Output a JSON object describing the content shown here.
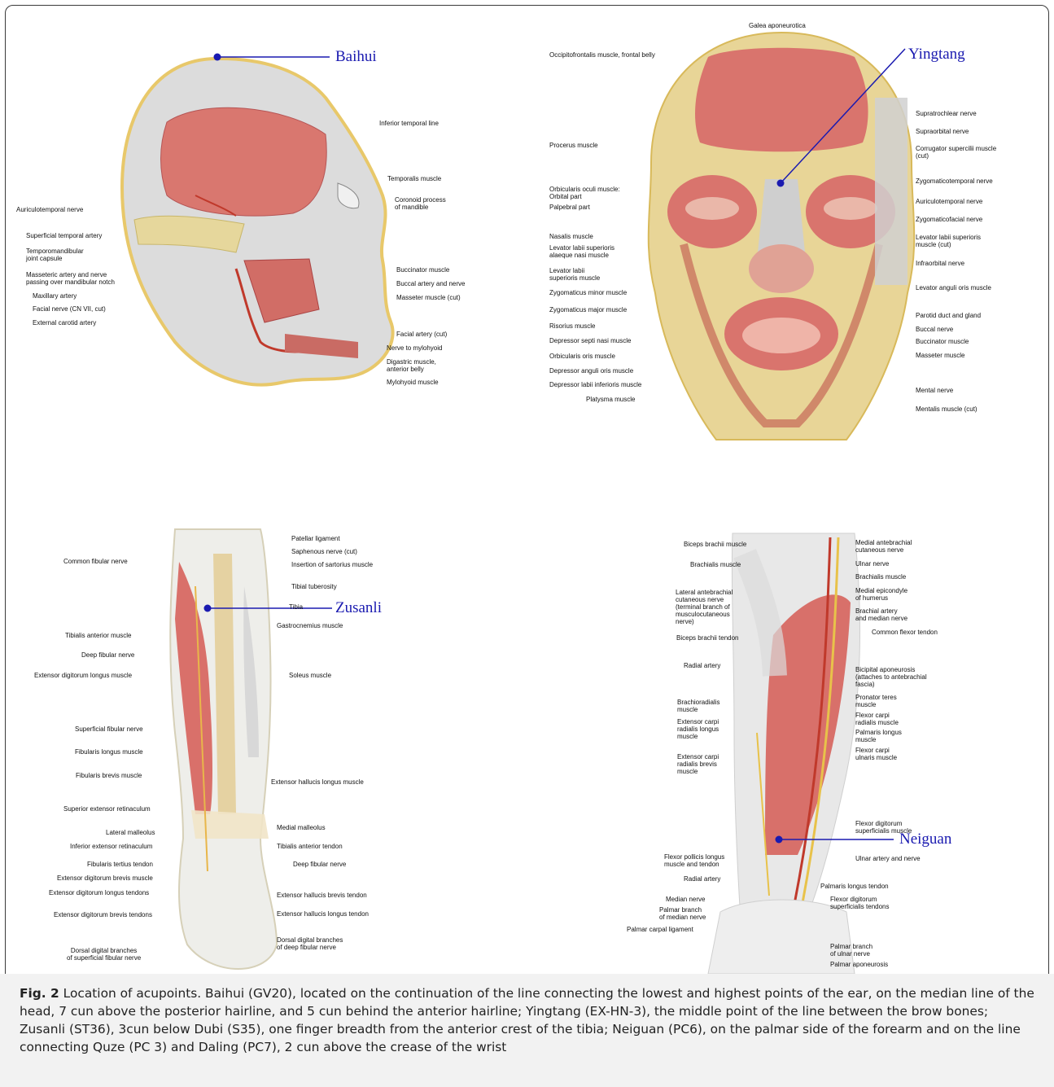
{
  "caption": {
    "label": "Fig. 2",
    "text": "Location of acupoints. Baihui (GV20), located on the continuation of the line connecting the lowest and highest points of the ear, on the median line of the head, 7 cun above the posterior hairline, and 5 cun behind the anterior hairline; Yingtang (EX-HN-3), the middle point of the line between the brow bones; Zusanli (ST36), 3cun below Dubi (S35), one finger breadth from the anterior crest of the tibia; Neiguan (PC6), on the palmar side of the forearm and on the line connecting Quze (PC 3) and Daling (PC7), 2 cun above the crease of the wrist"
  },
  "panels": {
    "head_side": {
      "acupoint": "Baihui",
      "labels_right": [
        "Inferior temporal line",
        "Temporalis muscle",
        "Coronoid process\nof mandible",
        "Buccinator muscle",
        "Buccal artery and nerve",
        "Masseter muscle (cut)",
        "Facial artery (cut)",
        "Nerve to mylohyoid",
        "Digastric muscle,\nanterior belly",
        "Mylohyoid muscle"
      ],
      "labels_left": [
        "Auriculotemporal nerve",
        "Superficial temporal artery",
        "Temporomandibular\njoint capsule",
        "Masseteric artery and nerve\npassing over mandibular notch",
        "Maxillary artery",
        "Facial nerve (CN VII, cut)",
        "External carotid artery"
      ]
    },
    "face_front": {
      "acupoint": "Yingtang",
      "labels_top": [
        "Galea aponeurotica"
      ],
      "labels_left": [
        "Occipitofrontalis muscle, frontal belly",
        "Procerus muscle",
        "Orbicularis oculi muscle:\nOrbital part",
        "Palpebral part",
        "Nasalis muscle",
        "Levator labii superioris\nalaeque nasi muscle",
        "Levator labii\nsuperioris muscle",
        "Zygomaticus minor muscle",
        "Zygomaticus major muscle",
        "Risorius muscle",
        "Depressor septi nasi muscle",
        "Orbicularis oris muscle",
        "Depressor anguli oris muscle",
        "Depressor labii inferioris muscle",
        "Platysma muscle"
      ],
      "labels_right": [
        "Supratrochlear nerve",
        "Supraorbital nerve",
        "Corrugator supercilii muscle\n(cut)",
        "Zygomaticotemporal nerve",
        "Auriculotemporal nerve",
        "Zygomaticofacial nerve",
        "Levator labii superioris\nmuscle (cut)",
        "Infraorbital nerve",
        "Levator anguli oris muscle",
        "Parotid duct and gland",
        "Buccal nerve",
        "Buccinator muscle",
        "Masseter muscle",
        "Mental nerve",
        "Mentalis muscle (cut)"
      ]
    },
    "leg": {
      "acupoint": "Zusanli",
      "labels_right": [
        "Patellar ligament",
        "Saphenous nerve (cut)",
        "Insertion of sartorius muscle",
        "Tibial tuberosity",
        "Tibia",
        "Gastrocnemius muscle",
        "Soleus muscle",
        "Extensor hallucis longus muscle",
        "Medial malleolus",
        "Tibialis anterior tendon",
        "Deep fibular nerve",
        "Extensor hallucis brevis tendon",
        "Extensor hallucis longus tendon",
        "Dorsal digital branches\nof deep fibular nerve"
      ],
      "labels_left": [
        "Common fibular nerve",
        "Tibialis anterior muscle",
        "Deep fibular nerve",
        "Extensor digitorum longus muscle",
        "Superficial fibular nerve",
        "Fibularis longus muscle",
        "Fibularis brevis muscle",
        "Superior extensor retinaculum",
        "Lateral malleolus",
        "Inferior extensor retinaculum",
        "Fibularis tertius tendon",
        "Extensor digitorum brevis muscle",
        "Extensor digitorum longus tendons",
        "Extensor digitorum brevis tendons",
        "Dorsal digital branches\nof superficial fibular nerve"
      ]
    },
    "forearm": {
      "acupoint": "Neiguan",
      "labels_right": [
        "Medial antebrachial\ncutaneous nerve",
        "Ulnar nerve",
        "Brachialis muscle",
        "Medial epicondyle\nof humerus",
        "Brachial artery\nand median nerve",
        "Common flexor tendon",
        "Bicipital aponeurosis\n(attaches to antebrachial\nfascia)",
        "Pronator teres\nmuscle",
        "Flexor carpi\nradialis muscle",
        "Palmaris longus\nmuscle",
        "Flexor carpi\nulnaris muscle",
        "Flexor digitorum\nsuperficialis muscle",
        "Ulnar artery and nerve",
        "Palmaris longus tendon",
        "Flexor digitorum\nsuperficialis tendons",
        "Palmar branch\nof ulnar nerve",
        "Palmar aponeurosis"
      ],
      "labels_left": [
        "Biceps brachii muscle",
        "Brachialis muscle",
        "Lateral antebrachial\ncutaneous nerve\n(terminal branch of\nmusculocutaneous\nnerve)",
        "Biceps brachii tendon",
        "Radial artery",
        "Brachioradialis\nmuscle",
        "Extensor carpi\nradialis longus\nmuscle",
        "Extensor carpi\nradialis brevis\nmuscle",
        "Flexor pollicis longus\nmuscle and tendon",
        "Radial artery",
        "Median nerve",
        "Palmar branch\nof median nerve",
        "Palmar carpal ligament"
      ]
    }
  },
  "colors": {
    "acupoint": "#1a1ab0",
    "muscle": "#d65a5a",
    "skin": "#e9e0cc",
    "caption_bg": "#f2f2f2"
  }
}
